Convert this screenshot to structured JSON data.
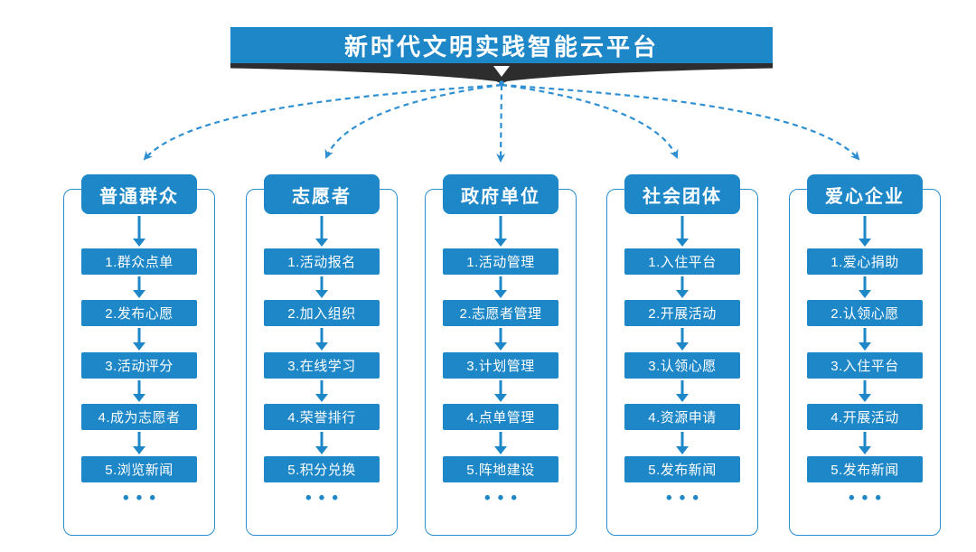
{
  "title": "新时代文明实践智能云平台",
  "ellipsis": "•••",
  "icons": {
    "ribbon_arrow": "▼",
    "flow_arrow": "↓ (solid blue down arrow)",
    "dashed_connector_arrow": "▼ (filled arrowhead on dashed curve)"
  },
  "colors": {
    "primary": "#1e87c7",
    "frame_border": "#2a8dd0",
    "dashed_line": "#2e8fd2",
    "ribbon": "#2e2d2d",
    "background": "#ffffff",
    "text_on_primary": "#ffffff"
  },
  "columns": [
    {
      "title": "普通群众",
      "items": [
        "1.群众点单",
        "2.发布心愿",
        "3.活动评分",
        "4.成为志愿者",
        "5.浏览新闻"
      ]
    },
    {
      "title": "志愿者",
      "items": [
        "1.活动报名",
        "2.加入组织",
        "3.在线学习",
        "4.荣誉排行",
        "5.积分兑换"
      ]
    },
    {
      "title": "政府单位",
      "items": [
        "1.活动管理",
        "2.志愿者管理",
        "3.计划管理",
        "4.点单管理",
        "5.阵地建设"
      ]
    },
    {
      "title": "社会团体",
      "items": [
        "1.入住平台",
        "2.开展活动",
        "3.认领心愿",
        "4.资源申请",
        "5.发布新闻"
      ]
    },
    {
      "title": "爱心企业",
      "items": [
        "1.爱心捐助",
        "2.认领心愿",
        "3.入住平台",
        "4.开展活动",
        "5.发布新闻"
      ]
    }
  ]
}
